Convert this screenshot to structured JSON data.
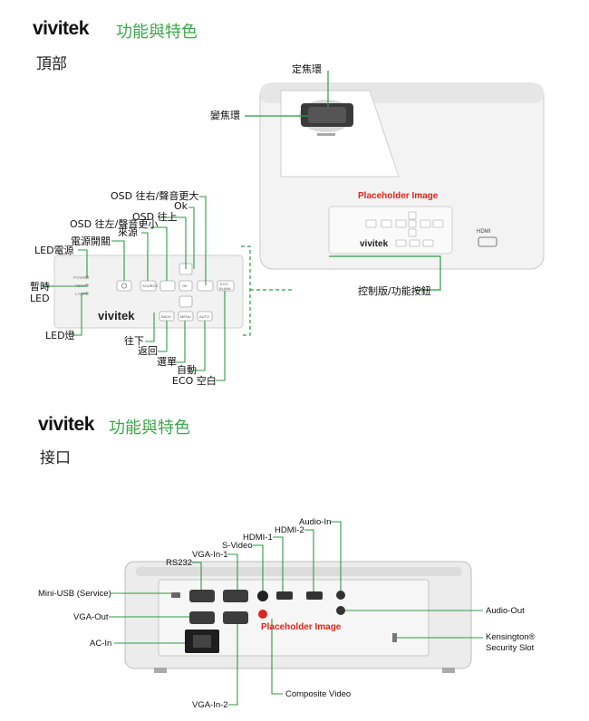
{
  "section1": {
    "brand": "vivitek",
    "title": "功能與特色",
    "subtitle": "頂部"
  },
  "top_labels": {
    "focus_ring": "定焦環",
    "zoom_ring": "變焦環",
    "placeholder": "Placeholder Image",
    "control_panel": "控制版/功能按鈕"
  },
  "panel": {
    "brand": "vivitek",
    "led_labels": [
      "POWER",
      "TEMP",
      "LAMP"
    ],
    "keys": [
      "SOURCE",
      "OK",
      "ECO BLANK",
      "BACK",
      "MENU",
      "AUTO"
    ]
  },
  "panel_labels": {
    "osd_right_vol_up": "OSD 往右/聲音更大",
    "ok": "Ok",
    "osd_up": "OSD 往上",
    "osd_left_vol_down": "OSD 往左/聲音更小",
    "source": "來源",
    "power_switch": "電源開關",
    "led_power": "LED電源",
    "pause": "暫時",
    "led": "LED",
    "led_light": "LED燈",
    "down": "往下",
    "back": "返回",
    "menu": "選單",
    "auto": "自動",
    "eco_blank": "ECO 空白"
  },
  "section2": {
    "brand": "vivitek",
    "title": "功能與特色",
    "subtitle": "接口"
  },
  "port_labels": {
    "audio_in": "Audio-In",
    "hdmi2": "HDMI-2",
    "hdmi1": "HDMI-1",
    "svideo": "S-Video",
    "vga_in_1": "VGA-In-1",
    "rs232": "RS232",
    "mini_usb": "Mini-USB (Service)",
    "vga_out": "VGA-Out",
    "ac_in": "AC-In",
    "audio_out": "Audio-Out",
    "kensington_1": "Kensington®",
    "kensington_2": "Security Slot",
    "composite": "Composite Video",
    "vga_in_2": "VGA-In-2",
    "placeholder": "Placeholder Image"
  },
  "colors": {
    "brand_green": "#3aa84a",
    "leader_green": "#2e9a44",
    "placeholder_red": "#e0251b"
  }
}
